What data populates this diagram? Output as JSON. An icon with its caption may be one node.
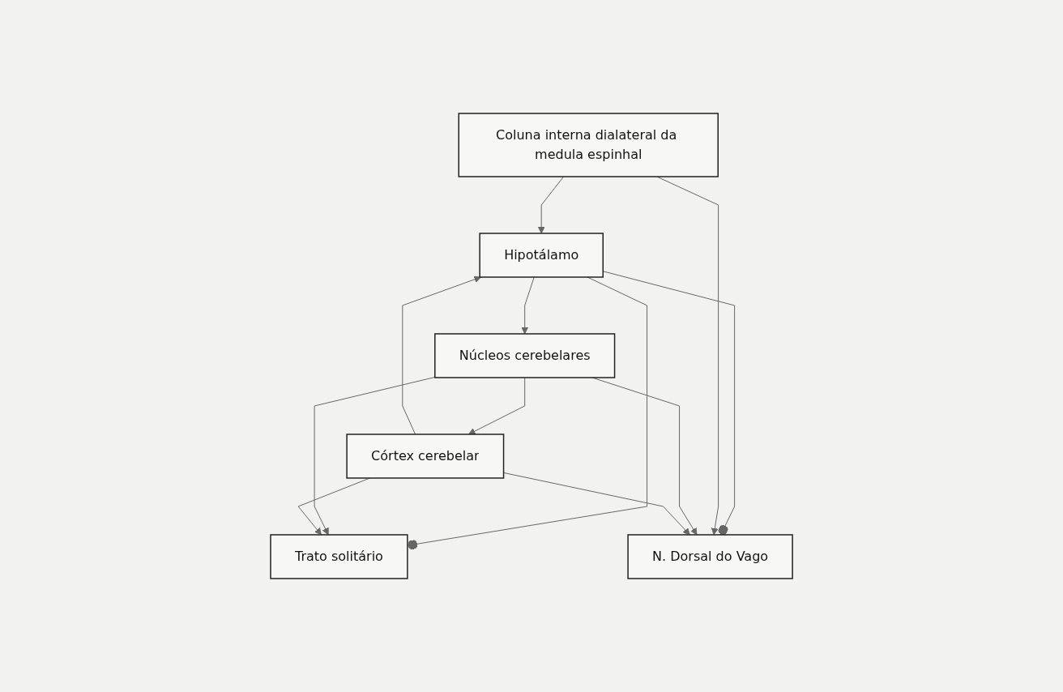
{
  "diagram": {
    "nodes": [
      {
        "text": [
          "Hipotálamo"
        ]
      },
      {
        "text": [
          "Córtex cerebelar"
        ]
      },
      {
        "text": [
          "Núcleos cerebelares"
        ]
      },
      {
        "text": [
          "Trato solitário"
        ]
      },
      {
        "text": [
          "N. Dorsal do Vago"
        ]
      },
      {
        "text": [
          "Coluna interna dialateral da medula espinhal"
        ]
      }
    ],
    "edges": [
      {
        "from": 1,
        "to": 0,
        "arrow": "to"
      },
      {
        "from": 0,
        "to": 2,
        "arrow": "to"
      },
      {
        "from": 2,
        "to": 1,
        "arrow": "to"
      },
      {
        "from": 5,
        "to": 0,
        "arrow": "to"
      },
      {
        "from": 0,
        "to": 3,
        "arrow": "other"
      },
      {
        "from": 0,
        "to": 4,
        "arrow": "other"
      },
      {
        "from": 5,
        "to": 4,
        "arrow": "to"
      },
      {
        "from": 2,
        "to": 3,
        "arrow": "to"
      },
      {
        "from": 2,
        "to": 4,
        "arrow": "to"
      },
      {
        "from": 1,
        "to": 3,
        "arrow": "to"
      },
      {
        "from": 1,
        "to": 4,
        "arrow": "to"
      }
    ]
  }
}
